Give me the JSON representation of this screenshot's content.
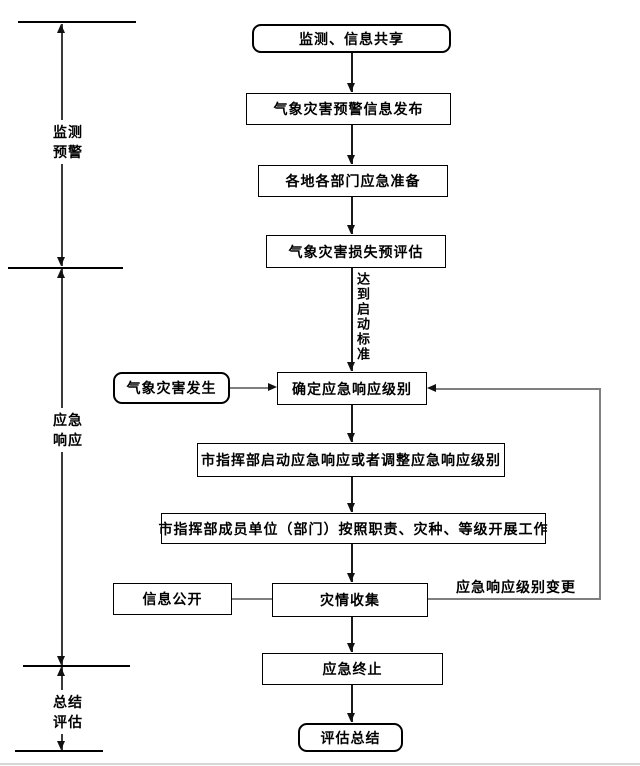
{
  "diagram": {
    "phases": [
      {
        "label": "监测\n预警"
      },
      {
        "label": "应急\n响应"
      },
      {
        "label": "总结\n评估"
      }
    ],
    "nodes": {
      "start": "监测、信息共享",
      "warning_release": "气象灾害预警信息发布",
      "preparation": "各地各部门应急准备",
      "pre_assessment": "气象灾害损失预评估",
      "determine_level": "确定应急响应级别",
      "disaster_occurs": "气象灾害发生",
      "launch_or_adjust": "市指挥部启动应急响应或者调整应急响应级别",
      "members_work": "市指挥部成员单位（部门）按照职责、灾种、等级开展工作",
      "info_disclosure": "信息公开",
      "disaster_collection": "灾情收集",
      "termination": "应急终止",
      "evaluation_summary": "评估总结"
    },
    "annotations": {
      "reach_standard": "达到启动标准",
      "level_change": "应急响应级别变更"
    },
    "colors": {
      "box_border": "#000000",
      "flow_line": "#1a1a1a",
      "connector_line": "#7f7f7f",
      "background": "#ffffff"
    }
  }
}
